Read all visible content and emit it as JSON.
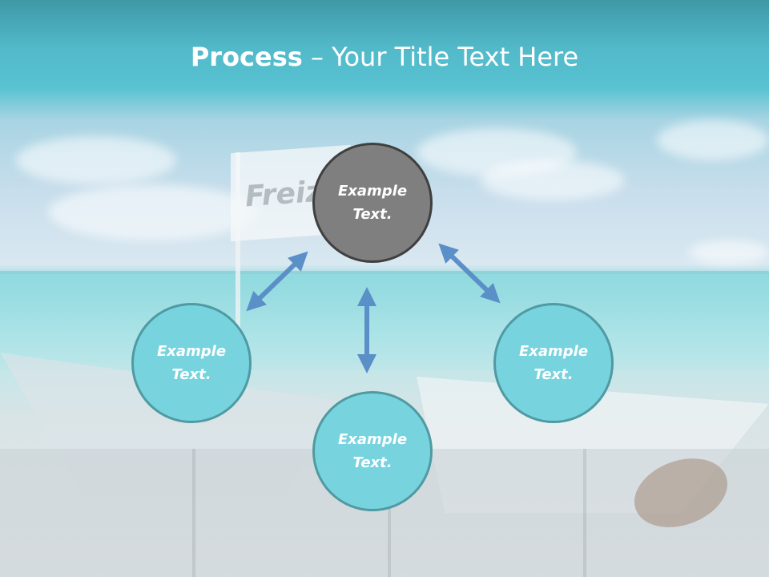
{
  "slide": {
    "title_bold": "Process",
    "title_rest": " – Your Title Text Here",
    "background_word": "Freiz",
    "nodes": [
      {
        "id": "top",
        "text": "Example\nText.",
        "fill": "#7f7f7f",
        "stroke": "#3f3f3f"
      },
      {
        "id": "left",
        "text": "Example\nText.",
        "fill": "#77d3de",
        "stroke": "#4f9aa3"
      },
      {
        "id": "right",
        "text": "Example\nText.",
        "fill": "#77d3de",
        "stroke": "#4f9aa3"
      },
      {
        "id": "bottom",
        "text": "Example\nText.",
        "fill": "#77d3de",
        "stroke": "#4f9aa3"
      }
    ],
    "colors": {
      "arrow": "#5b8fc7",
      "title_text": "#ffffff"
    }
  }
}
